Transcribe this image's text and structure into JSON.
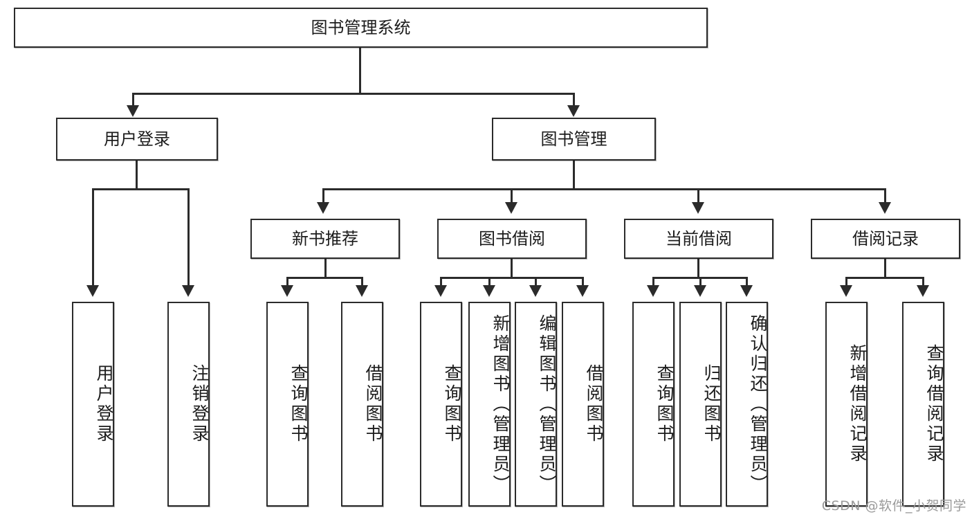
{
  "diagram": {
    "type": "tree-hierarchy",
    "title": "图书管理系统",
    "root": {
      "label": "图书管理系统"
    },
    "level2": [
      {
        "label": "用户登录"
      },
      {
        "label": "图书管理"
      }
    ],
    "level3": [
      {
        "label": "新书推荐"
      },
      {
        "label": "图书借阅"
      },
      {
        "label": "当前借阅"
      },
      {
        "label": "借阅记录"
      }
    ],
    "leaves": {
      "user_login": [
        {
          "label": "用户登录"
        },
        {
          "label": "注销登录"
        }
      ],
      "new_book_recommend": [
        {
          "label": "查询图书"
        },
        {
          "label": "借阅图书"
        }
      ],
      "book_borrow": [
        {
          "label": "查询图书"
        },
        {
          "label": "新增图书（管理员）"
        },
        {
          "label": "编辑图书（管理员）"
        },
        {
          "label": "借阅图书"
        }
      ],
      "current_borrow": [
        {
          "label": "查询图书"
        },
        {
          "label": "归还图书"
        },
        {
          "label": "确认归还（管理员）"
        }
      ],
      "borrow_record": [
        {
          "label": "新增借阅记录"
        },
        {
          "label": "查询借阅记录"
        }
      ]
    },
    "watermark": "CSDN @软件_小贺同学",
    "colors": {
      "stroke": "#2b2b2b",
      "fill": "#ffffff",
      "text": "#1b1b1b",
      "watermark": "#9a9a9a"
    }
  }
}
